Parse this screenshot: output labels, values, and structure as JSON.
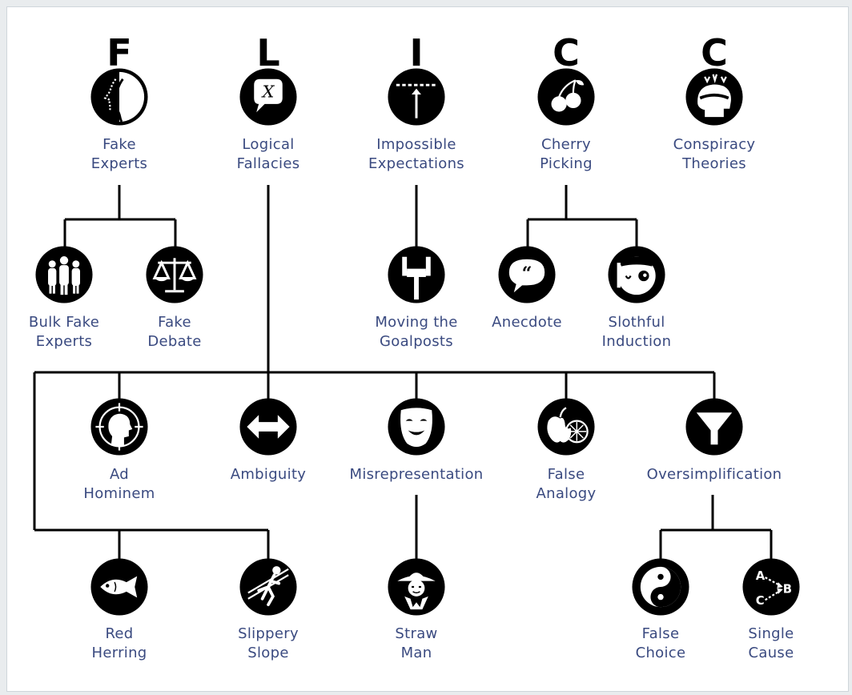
{
  "colors": {
    "line": "#000000",
    "label": "#3a4a80",
    "icon_fill": "#000000"
  },
  "acronym": [
    "F",
    "L",
    "I",
    "C",
    "C"
  ],
  "nodes": {
    "fake_experts": {
      "lines": [
        "Fake",
        "Experts"
      ],
      "icon": "split-face-icon"
    },
    "logical_fallacies": {
      "lines": [
        "Logical",
        "Fallacies"
      ],
      "icon": "speech-bubble-x-icon"
    },
    "impossible_expectations": {
      "lines": [
        "Impossible",
        "Expectations"
      ],
      "icon": "arrow-to-line-icon"
    },
    "cherry_picking": {
      "lines": [
        "Cherry",
        "Picking"
      ],
      "icon": "cherries-icon"
    },
    "conspiracy_theories": {
      "lines": [
        "Conspiracy",
        "Theories"
      ],
      "icon": "head-sparks-icon"
    },
    "bulk_fake_experts": {
      "lines": [
        "Bulk Fake",
        "Experts"
      ],
      "icon": "crowd-icon"
    },
    "fake_debate": {
      "lines": [
        "Fake",
        "Debate"
      ],
      "icon": "scales-icon"
    },
    "moving_goalposts": {
      "lines": [
        "Moving the",
        "Goalposts"
      ],
      "icon": "goalpost-icon"
    },
    "anecdote": {
      "lines": [
        "Anecdote"
      ],
      "icon": "quote-bubble-icon"
    },
    "slothful_induction": {
      "lines": [
        "Slothful",
        "Induction"
      ],
      "icon": "sloth-icon"
    },
    "ad_hominem": {
      "lines": [
        "Ad",
        "Hominem"
      ],
      "icon": "target-head-icon"
    },
    "ambiguity": {
      "lines": [
        "Ambiguity"
      ],
      "icon": "double-arrow-icon"
    },
    "misrepresentation": {
      "lines": [
        "Misrepresentation"
      ],
      "icon": "mask-icon"
    },
    "false_analogy": {
      "lines": [
        "False",
        "Analogy"
      ],
      "icon": "apple-orange-icon"
    },
    "oversimplification": {
      "lines": [
        "Oversimplification"
      ],
      "icon": "funnel-icon"
    },
    "red_herring": {
      "lines": [
        "Red",
        "Herring"
      ],
      "icon": "fish-icon"
    },
    "slippery_slope": {
      "lines": [
        "Slippery",
        "Slope"
      ],
      "icon": "slipping-person-icon"
    },
    "straw_man": {
      "lines": [
        "Straw",
        "Man"
      ],
      "icon": "scarecrow-icon"
    },
    "false_choice": {
      "lines": [
        "False",
        "Choice"
      ],
      "icon": "yin-yang-icon"
    },
    "single_cause": {
      "lines": [
        "Single",
        "Cause"
      ],
      "icon": "a-c-to-b-icon"
    }
  }
}
